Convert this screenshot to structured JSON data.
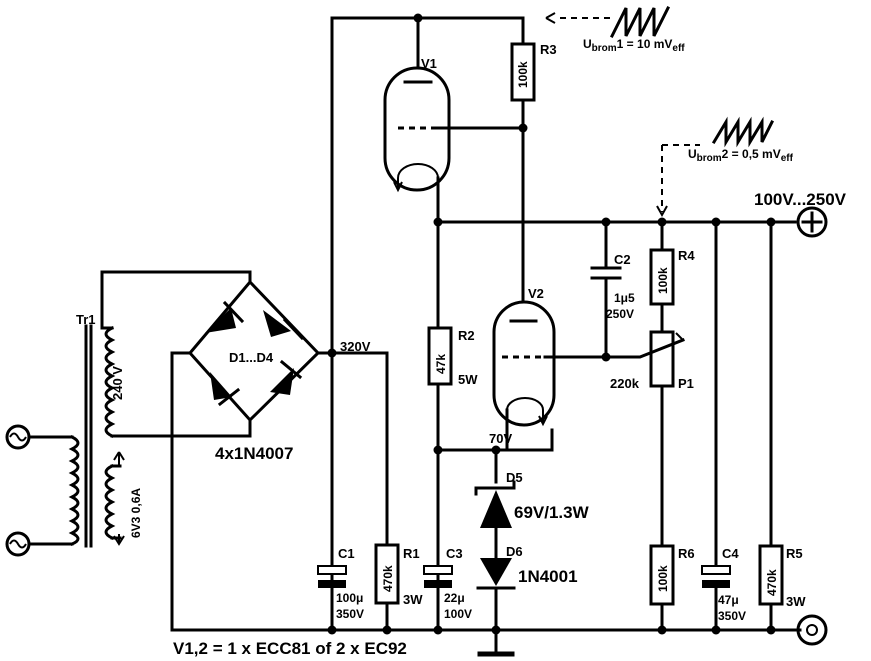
{
  "components": {
    "tr1": "Tr1",
    "v1": "V1",
    "v2": "V2",
    "r1": "R1",
    "r1_value": "470k",
    "r1_watt": "3W",
    "r2": "R2",
    "r2_value": "47k",
    "r2_watt": "5W",
    "r3": "R3",
    "r3_value": "100k",
    "r4": "R4",
    "r4_value": "100k",
    "r5": "R5",
    "r5_value": "470k",
    "r5_watt": "3W",
    "r6": "R6",
    "r6_value": "100k",
    "p1": "P1",
    "p1_value": "220k",
    "c1": "C1",
    "c1_value": "100μ",
    "c1_voltage": "350V",
    "c2": "C2",
    "c2_value": "1μ5",
    "c2_voltage": "250V",
    "c3": "C3",
    "c3_value": "22μ",
    "c3_voltage": "100V",
    "c4": "C4",
    "c4_value": "47μ",
    "c4_voltage": "350V",
    "d5": "D5",
    "d5_value": "69V/1.3W",
    "d6": "D6",
    "d6_value": "1N4001",
    "bridge": "D1...D4",
    "bridge_type": "4x1N4007",
    "tr_primary": "240 V",
    "tr_secondary": "6V3  0,6A"
  },
  "nodes": {
    "v320": "320V",
    "v70": "70V",
    "output": "100V...250V"
  },
  "ripple": {
    "ripple1_prefix": "U",
    "ripple1_sub": "brom",
    "ripple1_text": "1 = 10 mV",
    "ripple1_unit": "eff",
    "ripple2_prefix": "U",
    "ripple2_sub": "brom",
    "ripple2_text": "2 = 0,5 mV",
    "ripple2_unit": "eff"
  },
  "footer": {
    "tubes": "V1,2 = 1 x ECC81 of 2 x EC92"
  }
}
